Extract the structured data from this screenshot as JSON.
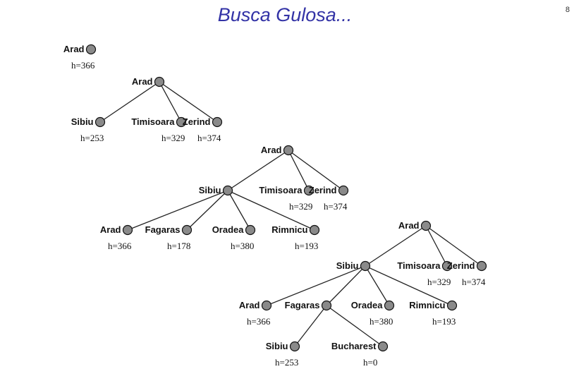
{
  "slide": {
    "title": "Busca Gulosa...",
    "page_number": "8"
  },
  "trees": [
    {
      "step": 1,
      "nodes": [
        {
          "label": "Arad",
          "h": "h=366"
        }
      ],
      "edges": []
    },
    {
      "step": 2,
      "nodes": [
        {
          "label": "Arad",
          "h": ""
        },
        {
          "label": "Sibiu",
          "h": "h=253"
        },
        {
          "label": "Timisoara",
          "h": "h=329"
        },
        {
          "label": "Zerind",
          "h": "h=374"
        }
      ],
      "edges": [
        [
          "Arad",
          "Sibiu"
        ],
        [
          "Arad",
          "Timisoara"
        ],
        [
          "Arad",
          "Zerind"
        ]
      ]
    },
    {
      "step": 3,
      "nodes": [
        {
          "label": "Arad",
          "h": ""
        },
        {
          "label": "Sibiu",
          "h": ""
        },
        {
          "label": "Timisoara",
          "h": "h=329"
        },
        {
          "label": "Zerind",
          "h": "h=374"
        },
        {
          "label": "Arad",
          "h": "h=366"
        },
        {
          "label": "Fagaras",
          "h": "h=178"
        },
        {
          "label": "Oradea",
          "h": "h=380"
        },
        {
          "label": "Rimnicu",
          "h": "h=193"
        }
      ],
      "edges": [
        [
          "Arad",
          "Sibiu"
        ],
        [
          "Arad",
          "Timisoara"
        ],
        [
          "Arad",
          "Zerind"
        ],
        [
          "Sibiu",
          "Arad"
        ],
        [
          "Sibiu",
          "Fagaras"
        ],
        [
          "Sibiu",
          "Oradea"
        ],
        [
          "Sibiu",
          "Rimnicu"
        ]
      ]
    },
    {
      "step": 4,
      "nodes": [
        {
          "label": "Arad",
          "h": ""
        },
        {
          "label": "Sibiu",
          "h": ""
        },
        {
          "label": "Timisoara",
          "h": "h=329"
        },
        {
          "label": "Zerind",
          "h": "h=374"
        },
        {
          "label": "Arad",
          "h": "h=366"
        },
        {
          "label": "Fagaras",
          "h": ""
        },
        {
          "label": "Oradea",
          "h": "h=380"
        },
        {
          "label": "Rimnicu",
          "h": "h=193"
        },
        {
          "label": "Sibiu",
          "h": "h=253"
        },
        {
          "label": "Bucharest",
          "h": "h=0"
        }
      ],
      "edges": [
        [
          "Arad",
          "Sibiu"
        ],
        [
          "Arad",
          "Timisoara"
        ],
        [
          "Arad",
          "Zerind"
        ],
        [
          "Sibiu",
          "Arad"
        ],
        [
          "Sibiu",
          "Fagaras"
        ],
        [
          "Sibiu",
          "Oradea"
        ],
        [
          "Sibiu",
          "Rimnicu"
        ],
        [
          "Fagaras",
          "Sibiu"
        ],
        [
          "Fagaras",
          "Bucharest"
        ]
      ]
    }
  ]
}
